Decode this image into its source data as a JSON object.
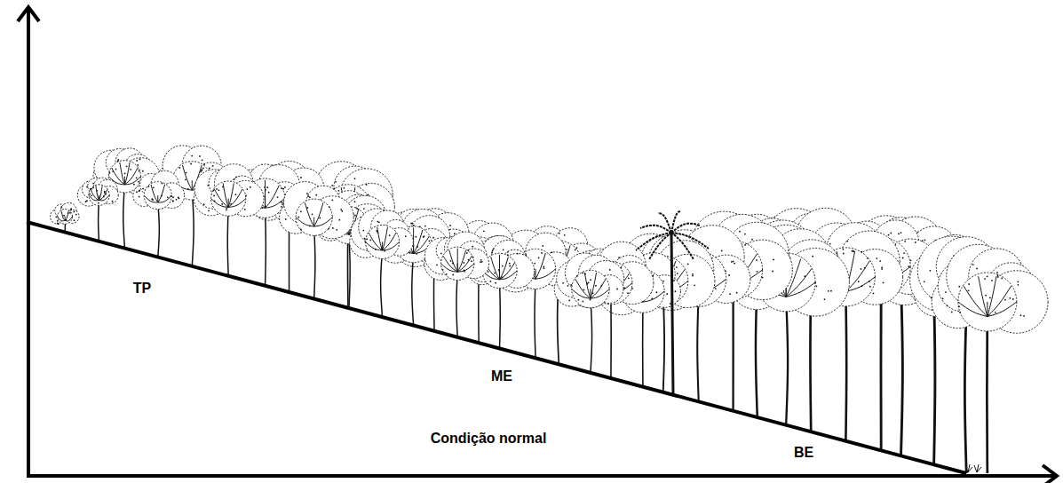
{
  "diagram": {
    "labels": [
      "TP",
      "ME",
      "Condição normal",
      "BE"
    ]
  }
}
